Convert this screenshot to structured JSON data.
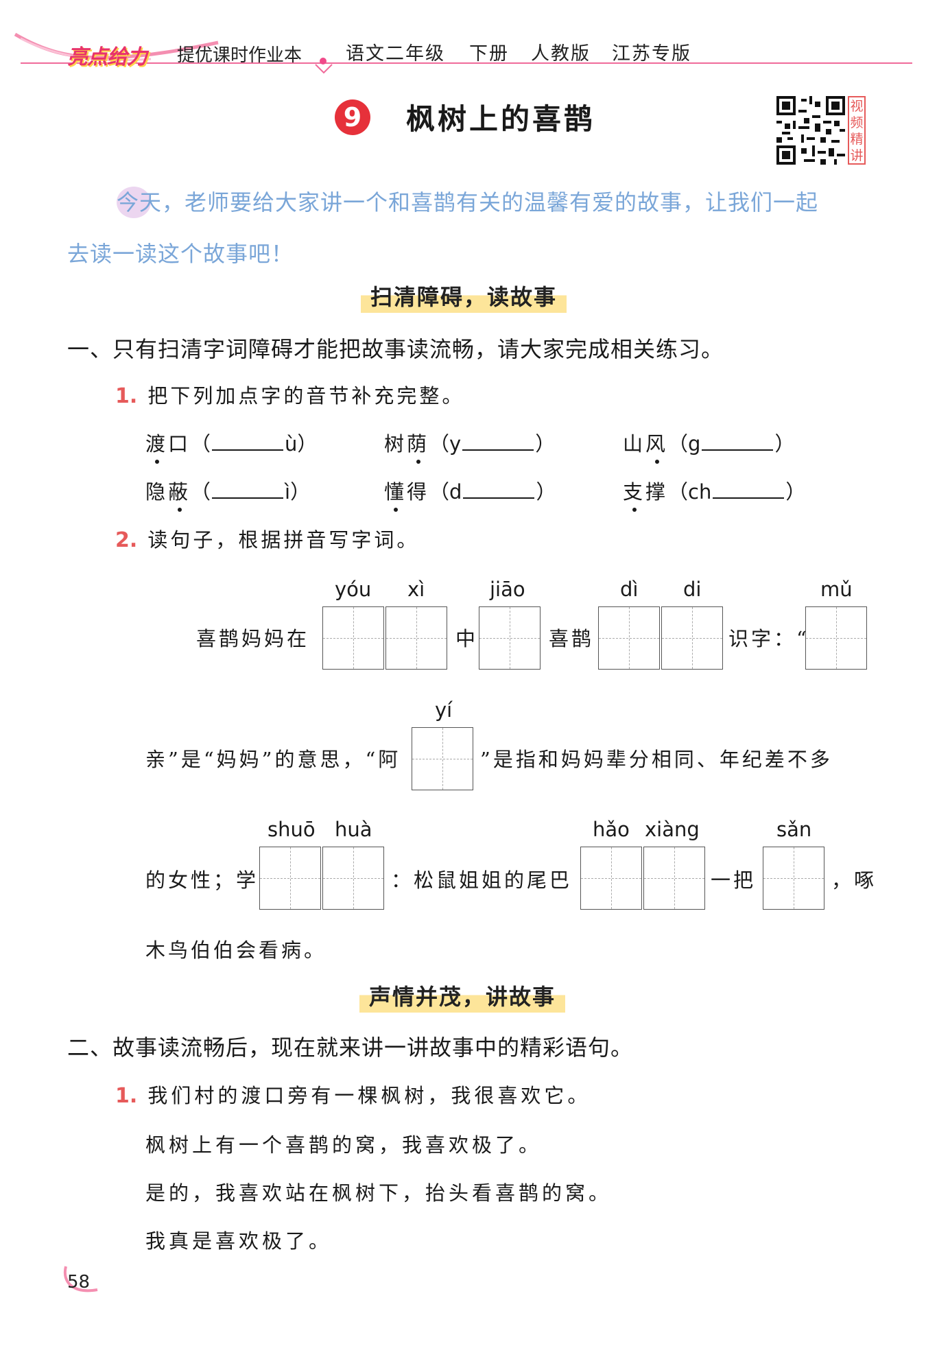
{
  "header": {
    "brand": "亮点给力",
    "series": "提优课时作业本",
    "subject": "语文二年级",
    "volume": "下册",
    "edition": "人教版",
    "region": "江苏专版"
  },
  "lesson": {
    "number": "9",
    "title": "枫树上的喜鹊",
    "qr_tag": [
      "视",
      "频",
      "精",
      "讲"
    ]
  },
  "intro": {
    "line1": "今天，老师要给大家讲一个和喜鹊有关的温馨有爱的故事，让我们一起",
    "line2": "去读一读这个故事吧！"
  },
  "section1": {
    "band": "扫清障碍，读故事",
    "question": "一、只有扫清字词障碍才能把故事读流畅，请大家完成相关练习。",
    "q1": {
      "num": "1.",
      "text": "把下列加点字的音节补充完整。",
      "items": [
        {
          "c1": "渡",
          "c2": "口",
          "pre": "（",
          "suf": "ù）"
        },
        {
          "c1": "树",
          "c2": "荫",
          "pre": "（y",
          "suf": "）"
        },
        {
          "c1": "山",
          "c2": "风",
          "pre": "（g",
          "suf": "）"
        },
        {
          "c1": "隐",
          "c2": "蔽",
          "pre": "（",
          "suf": "ì）"
        },
        {
          "c1": "懂",
          "c2": "得",
          "pre": "（d",
          "suf": "）"
        },
        {
          "c1": "支",
          "c2": "撑",
          "pre": "（ch",
          "suf": "）"
        }
      ]
    },
    "q2": {
      "num": "2.",
      "text": "读句子，根据拼音写字词。",
      "row1": {
        "t1": "喜鹊妈妈在",
        "t2": "中",
        "t3": "喜鹊",
        "t4": "识字：“",
        "py": [
          "yóu",
          "xì",
          "jiāo",
          "dì",
          "di",
          "mǔ"
        ]
      },
      "row2": {
        "t1": "亲”是“妈妈”的意思，“阿",
        "t2": "”是指和妈妈辈分相同、年纪差不多",
        "py": [
          "yí"
        ]
      },
      "row3": {
        "t1": "的女性；学",
        "t2": "：松鼠姐姐的尾巴",
        "t3": "一把",
        "t4": "，啄",
        "py": [
          "shuō",
          "huà",
          "hǎo",
          "xiàng",
          "sǎn"
        ]
      },
      "row4": "木鸟伯伯会看病。"
    }
  },
  "section2": {
    "band": "声情并茂，讲故事",
    "question": "二、故事读流畅后，现在就来讲一讲故事中的精彩语句。",
    "q1": {
      "num": "1.",
      "lines": [
        "我们村的渡口旁有一棵枫树，我很喜欢它。",
        "枫树上有一个喜鹊的窝，我喜欢极了。",
        "是的，我喜欢站在枫树下，抬头看喜鹊的窝。",
        "我真是喜欢极了。"
      ]
    }
  },
  "footer": {
    "page": "58"
  },
  "colors": {
    "accent_pink": "#e8336b",
    "intro_blue": "#7aa6d8",
    "band_yellow": "#fde59a",
    "number_red": "#e65a5a"
  }
}
